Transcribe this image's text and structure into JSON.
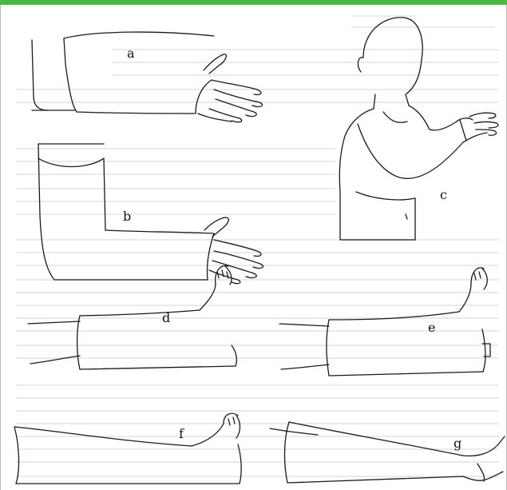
{
  "figure": {
    "accent_color": "#4cb748",
    "labels": {
      "a": "a",
      "b": "b",
      "c": "c",
      "d": "d",
      "e": "e",
      "f": "f",
      "g": "g"
    }
  }
}
